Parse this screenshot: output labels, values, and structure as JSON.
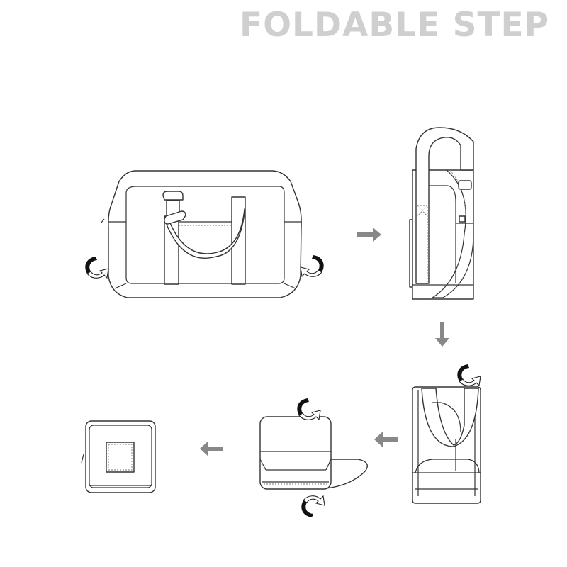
{
  "title": "FOLDABLE STEP",
  "colors": {
    "title": "#cfcfcf",
    "step_arrow": "#888888",
    "line_art": "#333333"
  },
  "steps": [
    {
      "name": "duffel-bag-open"
    },
    {
      "name": "bag-side-folded"
    },
    {
      "name": "bag-strap-tucked"
    },
    {
      "name": "bag-rolled"
    },
    {
      "name": "bag-packed-pouch"
    }
  ]
}
